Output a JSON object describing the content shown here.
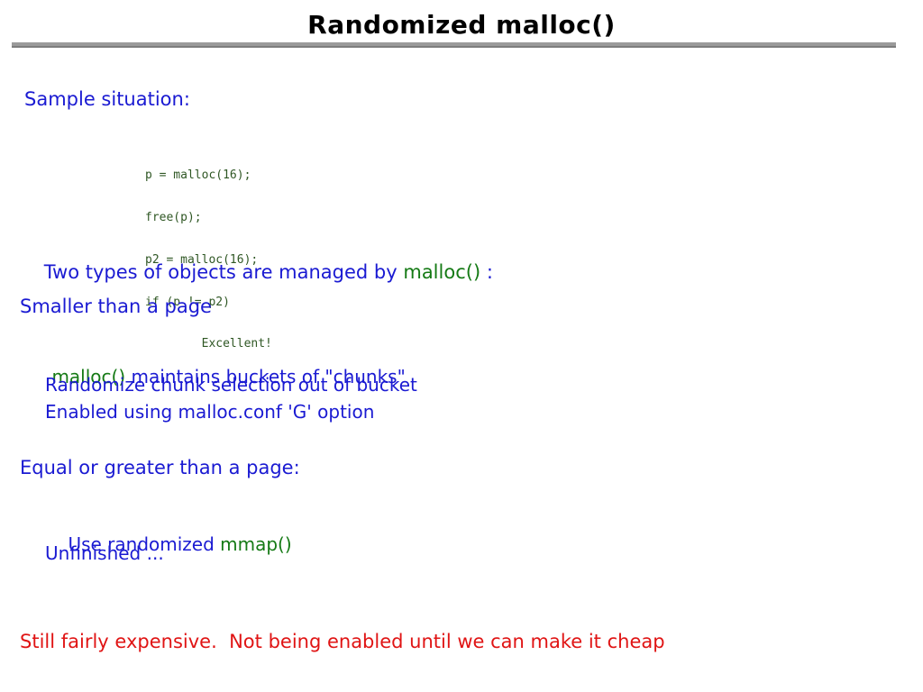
{
  "slide": {
    "title": "Randomized malloc()",
    "colors": {
      "title": "#000000",
      "rule": "#9a9a9a",
      "blue": "#1a1ad2",
      "green": "#157a15",
      "red": "#e01414",
      "code": "#2f5724",
      "background": "#ffffff"
    },
    "intro_label": "Sample situation:",
    "code_sample": {
      "lines": [
        "p = malloc(16);",
        "free(p);",
        "p2 = malloc(16);",
        "if (p != p2)",
        "        Excellent!"
      ]
    },
    "managed_line": {
      "part1": "Two types of objects are managed by ",
      "code": "malloc()",
      "part2": " :"
    },
    "section_small": {
      "heading": "Smaller than a page",
      "bullet_code": "malloc()",
      "bullet_text": " maintains buckets of \"chunks\"",
      "sub_items": [
        "Randomize chunk selection out of bucket",
        "Enabled using malloc.conf 'G' option"
      ]
    },
    "section_large": {
      "heading": "Equal or greater than a page:",
      "items": [
        {
          "part1": "Use randomized ",
          "code": "mmap()",
          "part2": ""
        },
        {
          "part1": "Unfinished ...",
          "code": "",
          "part2": ""
        }
      ]
    },
    "footer_note": "Still fairly expensive.  Not being enabled until we can make it cheap"
  }
}
